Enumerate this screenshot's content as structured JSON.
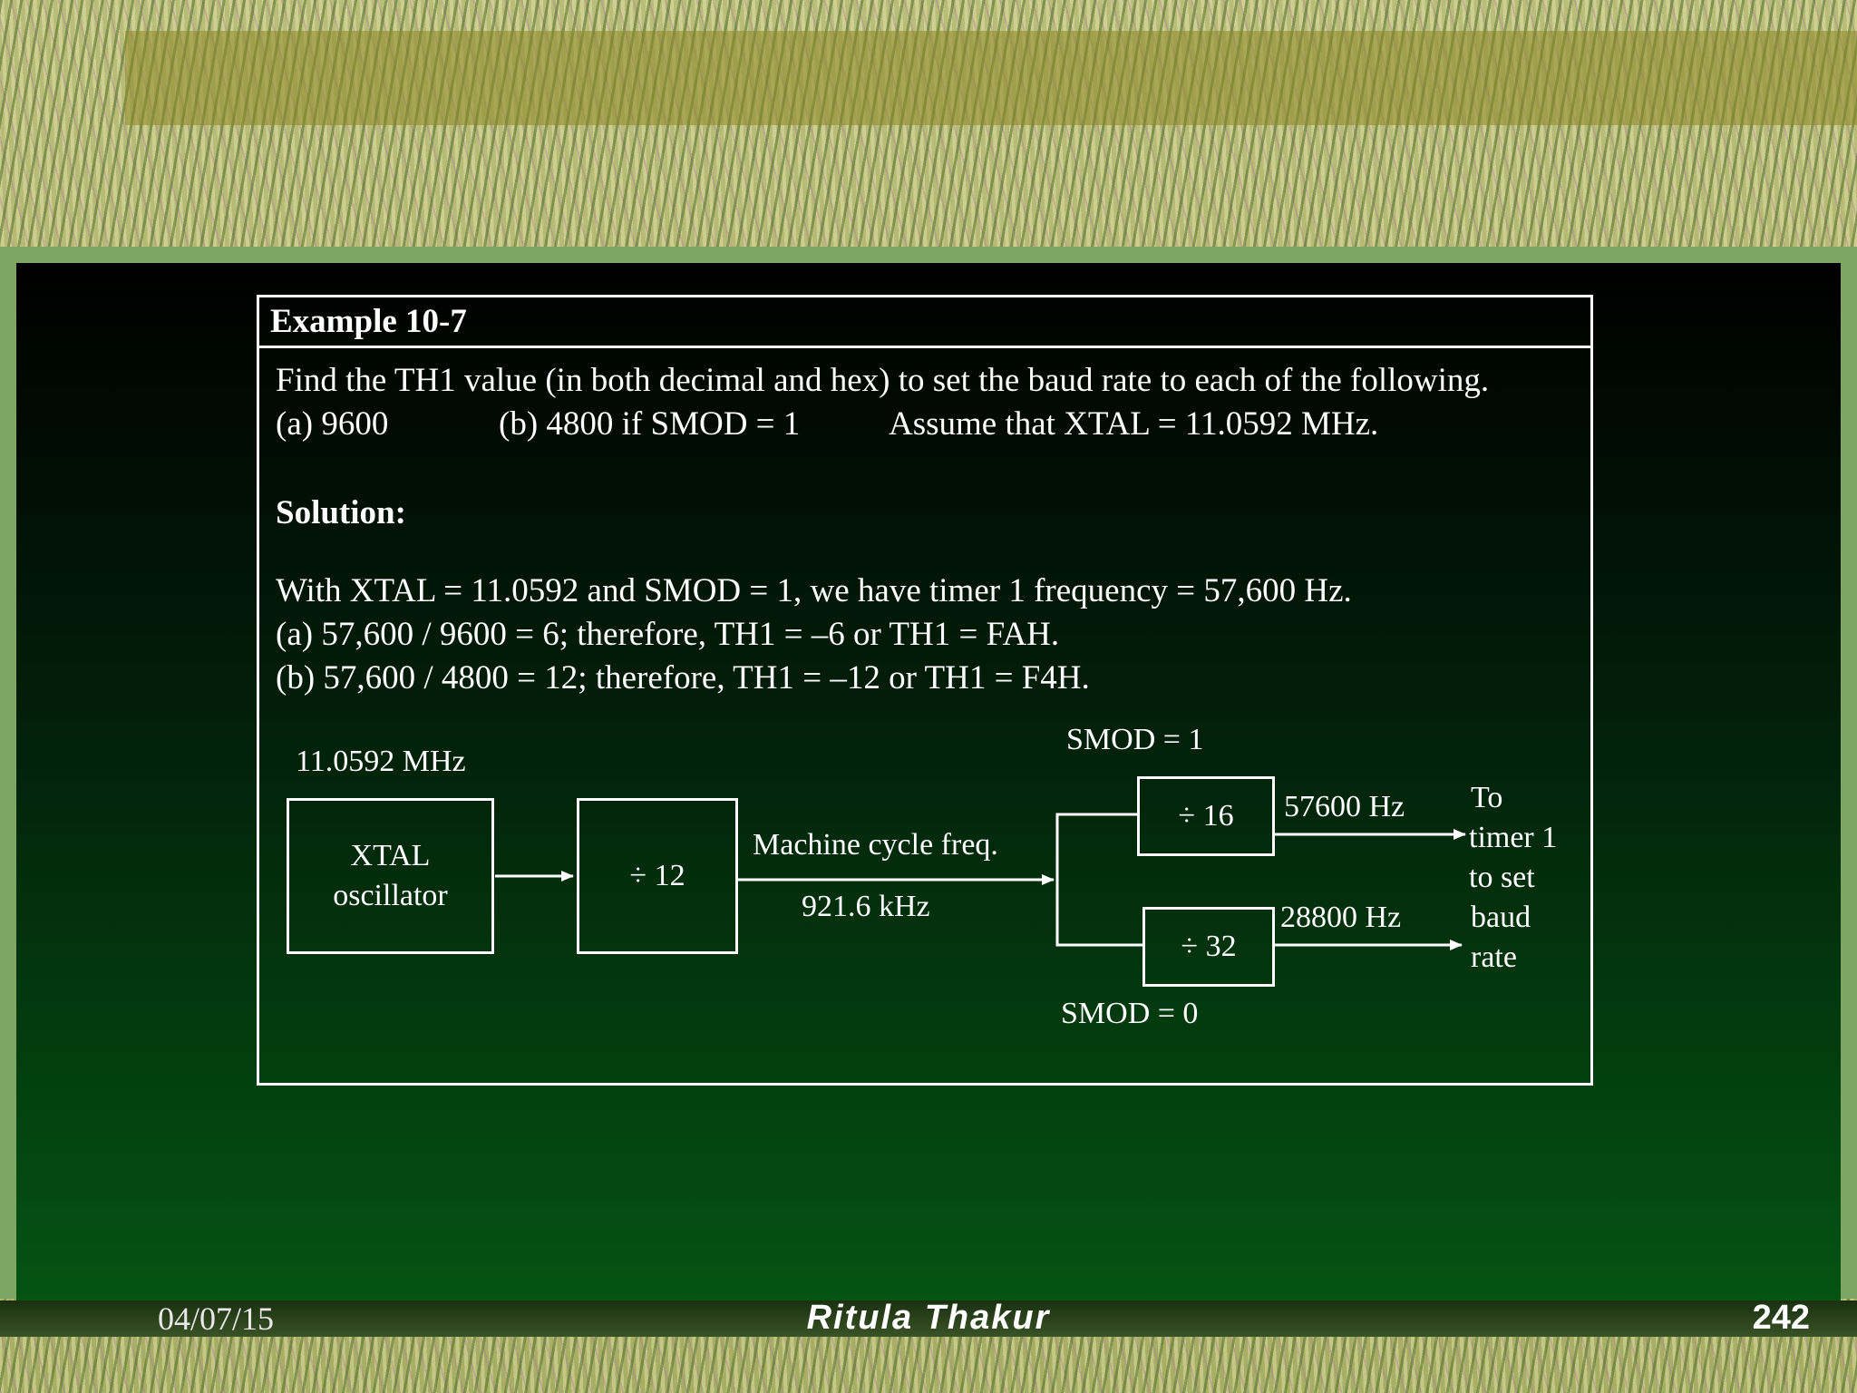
{
  "example": {
    "title": "Example 10-7",
    "question_line1": "Find the TH1 value (in both decimal and hex) to set the baud rate to each of the following.",
    "option_a": "(a) 9600",
    "option_b": "(b) 4800 if SMOD = 1",
    "assumption": "Assume that XTAL = 11.0592 MHz.",
    "solution_heading": "Solution:",
    "solution_line1": "With XTAL = 11.0592 and SMOD = 1, we have timer 1 frequency = 57,600 Hz.",
    "solution_line2": "(a) 57,600 / 9600 = 6; therefore, TH1 = –6 or TH1 = FAH.",
    "solution_line3": "(b) 57,600 / 4800 = 12; therefore, TH1 = –12 or TH1 = F4H."
  },
  "diagram": {
    "xtal_freq": "11.0592 MHz",
    "xtal_block_line1": "XTAL",
    "xtal_block_line2": "oscillator",
    "div12_block": "÷ 12",
    "machine_cycle_label": "Machine cycle freq.",
    "machine_cycle_freq": "921.6 kHz",
    "smod1_label": "SMOD = 1",
    "smod0_label": "SMOD = 0",
    "div16_block": "÷ 16",
    "div32_block": "÷ 32",
    "out_16_freq": "57600 Hz",
    "out_32_freq": "28800 Hz",
    "dest_line1": "To",
    "dest_line2": "timer 1",
    "dest_line3": "to set",
    "dest_line4": "baud",
    "dest_line5": "rate"
  },
  "footer": {
    "date": "04/07/15",
    "author": "Ritula Thakur",
    "page": "242"
  }
}
